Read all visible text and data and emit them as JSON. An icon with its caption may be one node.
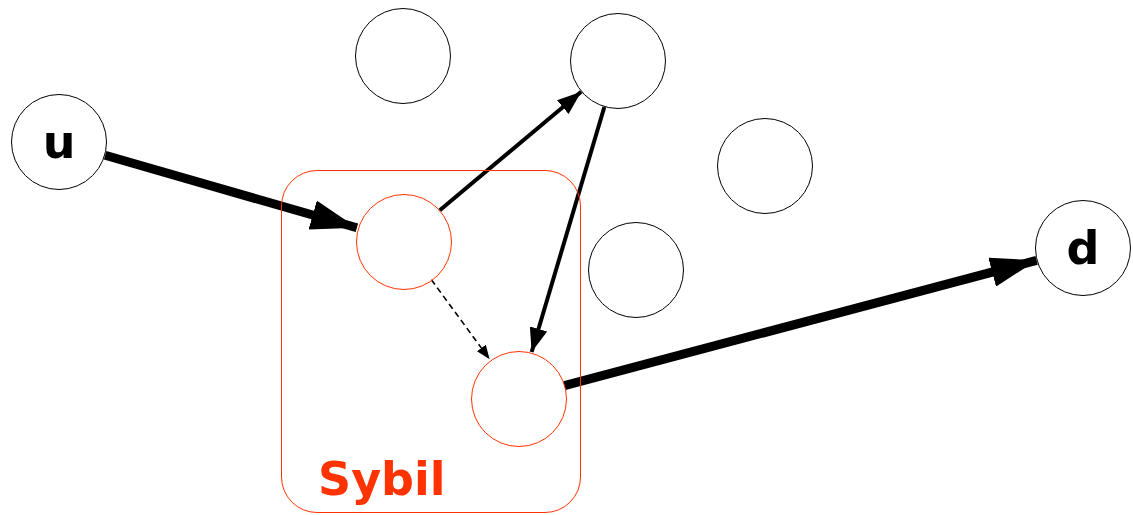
{
  "diagram": {
    "nodes": [
      {
        "text": [],
        "shape": "circle"
      },
      {
        "text": [],
        "shape": "circle"
      },
      {
        "text": [
          "u"
        ]
      },
      {
        "text": [],
        "shape": "circle"
      },
      {
        "text": [
          "Sybil"
        ]
      },
      {
        "text": [],
        "shape": "circle",
        "in": 4
      },
      {
        "text": [],
        "shape": "circle"
      },
      {
        "text": [],
        "shape": "circle",
        "in": 4
      },
      {
        "text": [
          "d"
        ]
      }
    ],
    "edges": [
      {
        "from": 2,
        "to": 5,
        "arrow": "to",
        "style": "thick"
      },
      {
        "from": 5,
        "to": 1,
        "arrow": "to"
      },
      {
        "from": 1,
        "to": 7,
        "arrow": "to"
      },
      {
        "from": 5,
        "to": 7,
        "arrow": "to",
        "style": "dashed"
      },
      {
        "from": 7,
        "to": 8,
        "arrow": "to",
        "style": "thick"
      }
    ]
  }
}
